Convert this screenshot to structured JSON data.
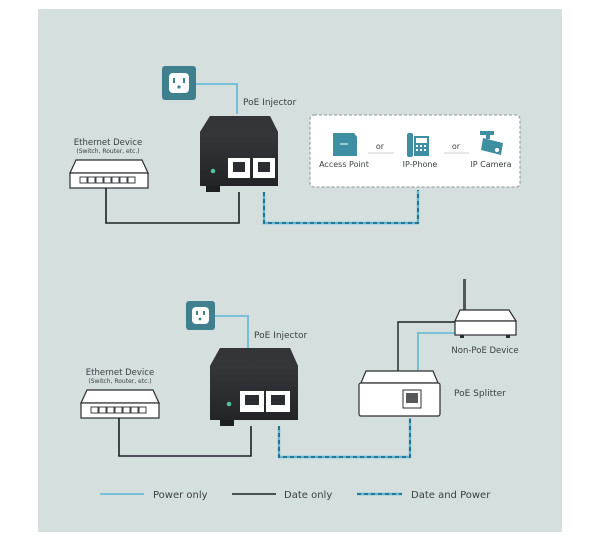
{
  "diagram": {
    "top": {
      "injector_label": "PoE Injector",
      "ethernet_label": "Ethernet Device",
      "ethernet_sublabel": "(Switch, Router, etc.)",
      "devices": [
        {
          "label": "Access Point",
          "icon": "access-point-icon"
        },
        {
          "label": "IP-Phone",
          "icon": "ip-phone-icon"
        },
        {
          "label": "IP Camera",
          "icon": "ip-camera-icon"
        }
      ],
      "separator": "or"
    },
    "bottom": {
      "injector_label": "PoE Injector",
      "ethernet_label": "Ethernet Device",
      "ethernet_sublabel": "(Switch, Router, etc.)",
      "splitter_label": "PoE Splitter",
      "nonpoe_label": "Non-PoE Device"
    },
    "legend": [
      {
        "label": "Power only",
        "style": "solid",
        "color": "#5bb8d6"
      },
      {
        "label": "Date only",
        "style": "solid",
        "color": "#1d2125"
      },
      {
        "label": "Date and Power",
        "style": "dashed",
        "color": "#1f5f7a"
      }
    ],
    "colors": {
      "background": "#d5dfde",
      "outlet_tile": "#3f7f8e",
      "power_line": "#5bb8d6",
      "data_line": "#1d2125",
      "device_icon": "#3f8fa3",
      "injector_body": "#2b2d30"
    }
  }
}
